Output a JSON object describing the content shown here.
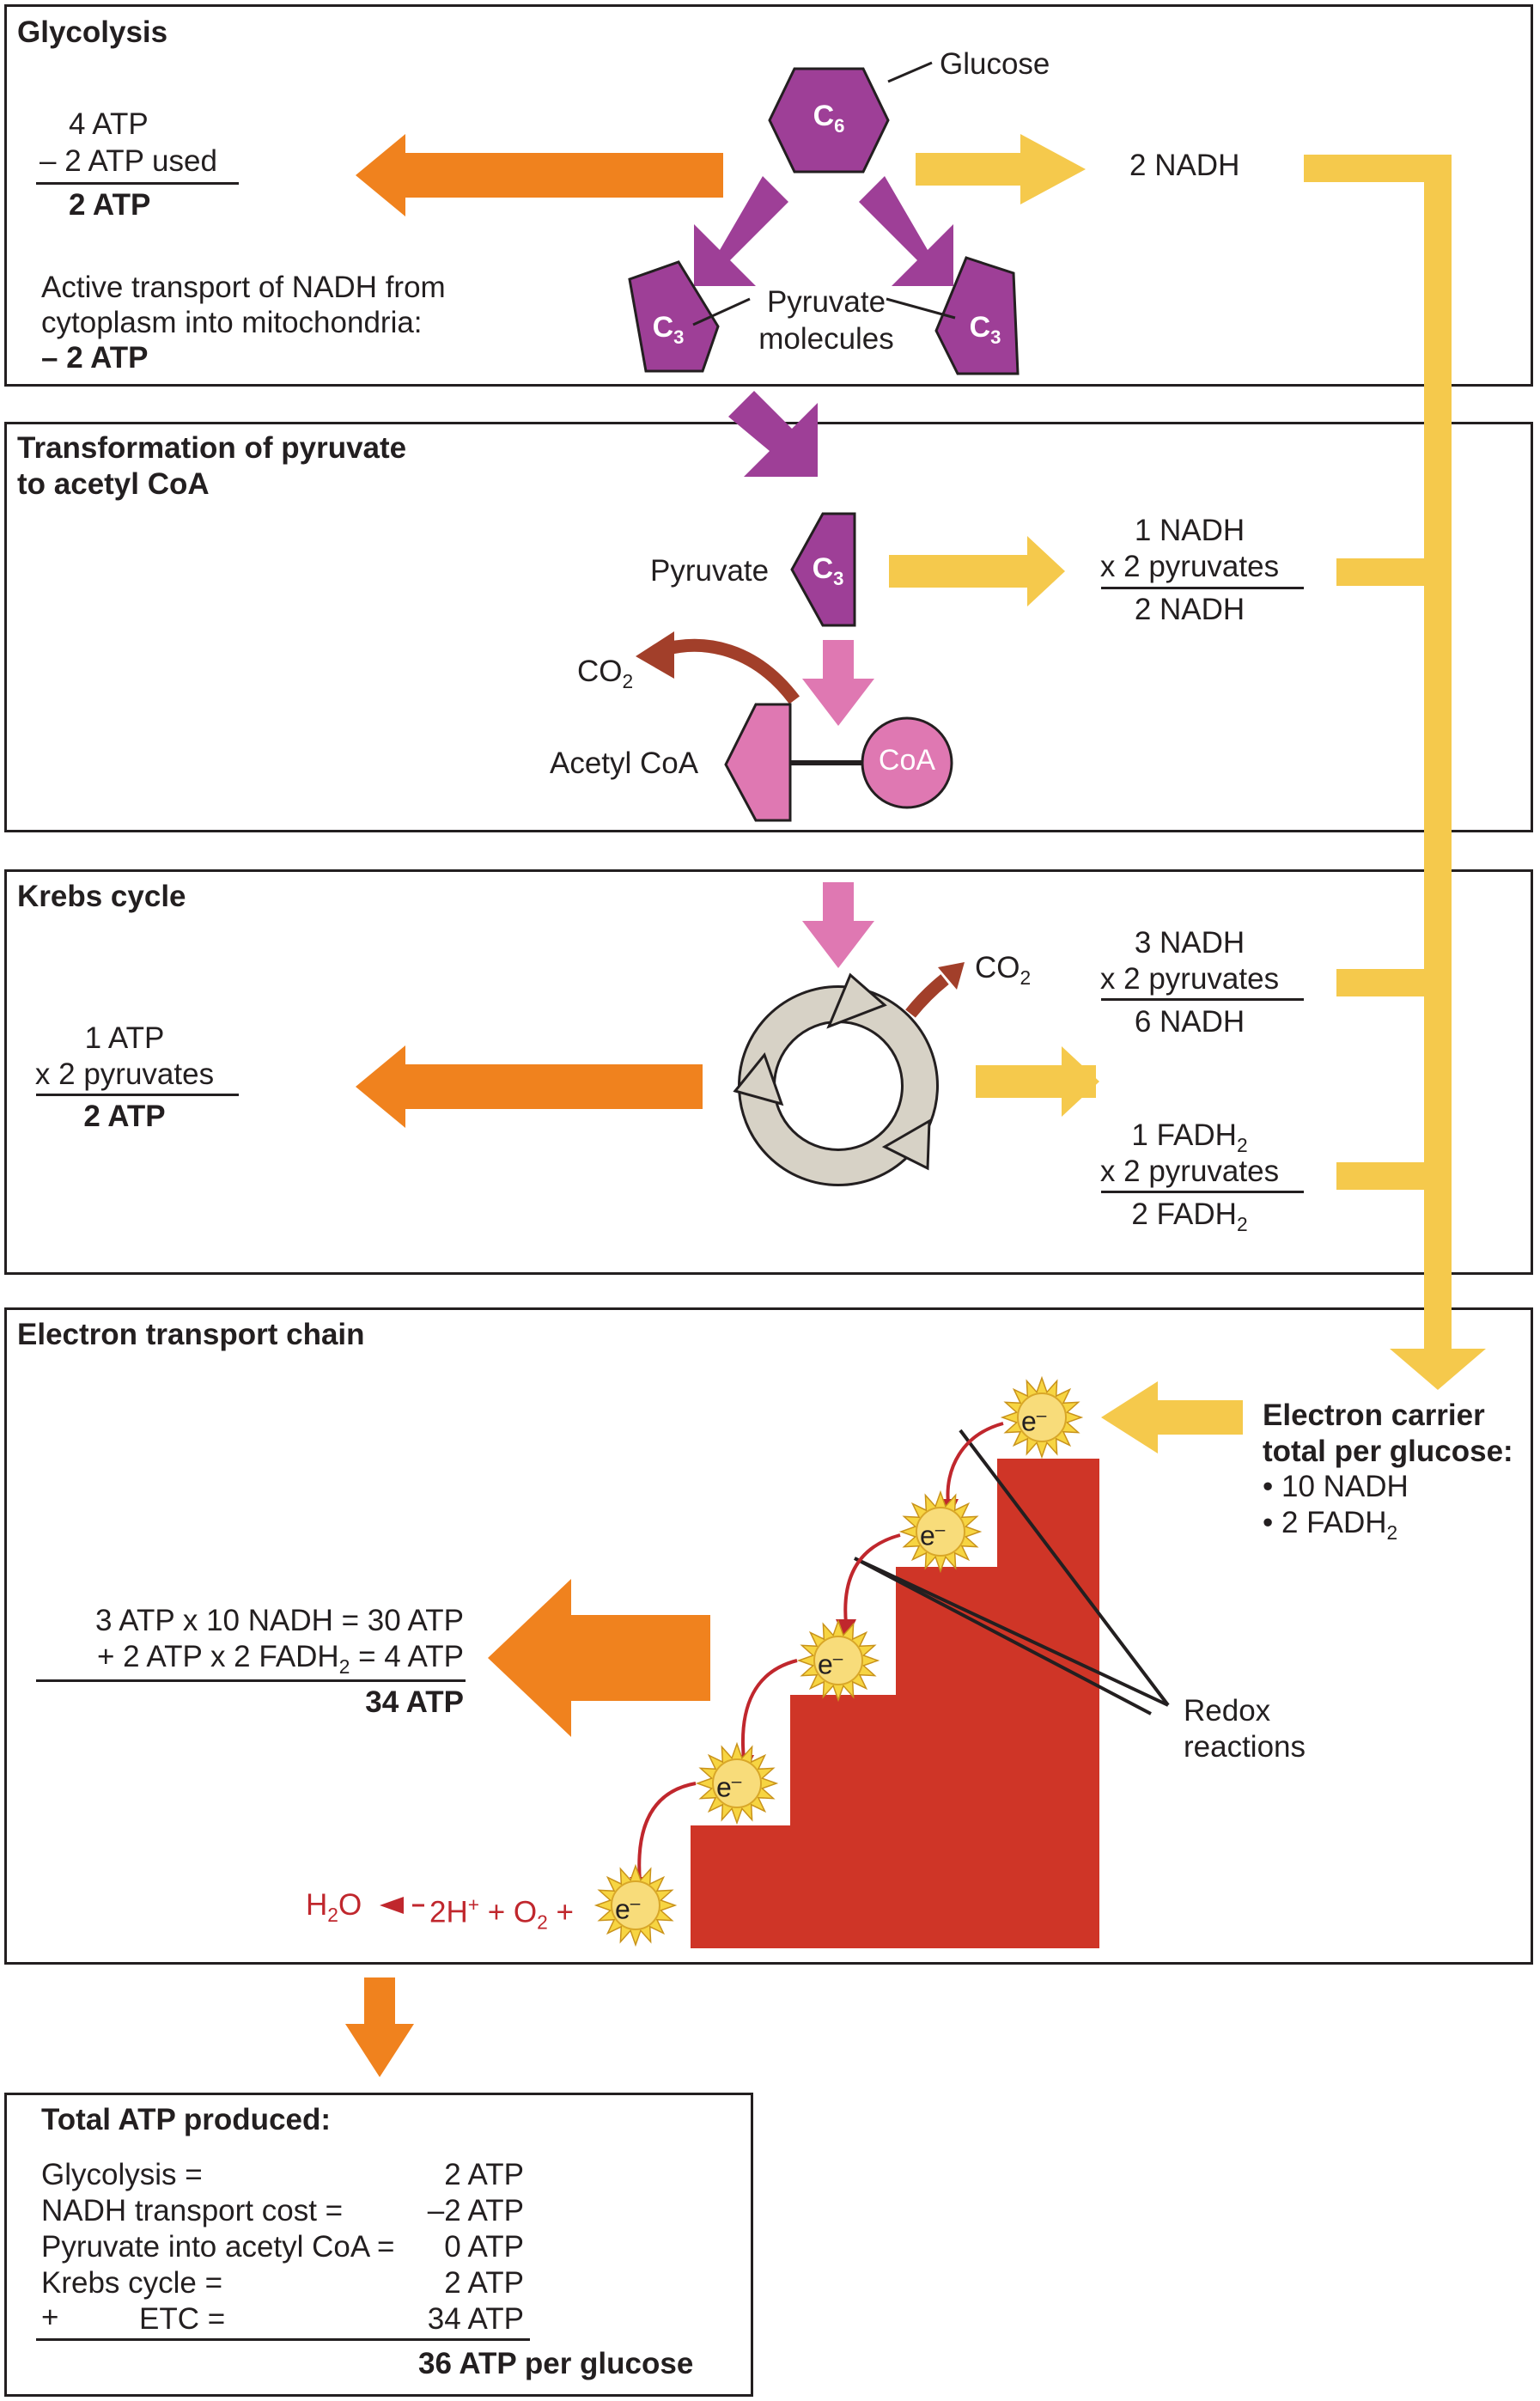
{
  "colors": {
    "orange": "#f0821e",
    "yellow": "#f5c94c",
    "purple": "#9e3f97",
    "pink": "#df78b2",
    "brown": "#a23f2a",
    "red_stairs": "#cf3527",
    "grey_cycle": "#d7d2c6",
    "electron_red": "#c0272d"
  },
  "glycolysis": {
    "title": "Glycolysis",
    "glucose_label": "Glucose",
    "glucose_c": "C",
    "glucose_sub": "6",
    "pyruvate_c": "C",
    "pyruvate_sub": "3",
    "pyruvate_label_1": "Pyruvate",
    "pyruvate_label_2": "molecules",
    "atp_line1": "4 ATP",
    "atp_line2": "– 2 ATP used",
    "atp_total": "2 ATP",
    "transport_line1": "Active transport of NADH from",
    "transport_line2": "cytoplasm into mitochondria:",
    "transport_cost": "– 2 ATP",
    "nadh": "2 NADH"
  },
  "pyruvate_transform": {
    "title_line1": "Transformation of pyruvate",
    "title_line2": "to acetyl CoA",
    "pyruvate_label": "Pyruvate",
    "pyruvate_c": "C",
    "pyruvate_sub": "3",
    "co2": "CO",
    "co2_sub": "2",
    "acetyl_label": "Acetyl CoA",
    "coa": "CoA",
    "nadh_line1": "1 NADH",
    "nadh_line2": "x 2 pyruvates",
    "nadh_total": "2 NADH"
  },
  "krebs": {
    "title": "Krebs cycle",
    "co2": "CO",
    "co2_sub": "2",
    "atp_line1": "1 ATP",
    "atp_line2": "x 2 pyruvates",
    "atp_total": "2 ATP",
    "nadh_line1": "3 NADH",
    "nadh_line2": "x 2 pyruvates",
    "nadh_total": "6 NADH",
    "fadh_line1": "1 FADH",
    "fadh_line1_sub": "2",
    "fadh_line2": "x 2 pyruvates",
    "fadh_total": "2 FADH",
    "fadh_total_sub": "2"
  },
  "etc": {
    "title": "Electron transport chain",
    "carrier_line1": "Electron carrier",
    "carrier_line2": "total per glucose:",
    "carrier_item1": "• 10 NADH",
    "carrier_item2": "•  2 FADH",
    "carrier_item2_sub": "2",
    "electron": "e",
    "electron_sup": "–",
    "redox_line1": "Redox",
    "redox_line2": "reactions",
    "calc_line1": "3 ATP x 10 NADH = 30 ATP",
    "calc_line2_pre": "+ 2 ATP x 2 FADH",
    "calc_line2_sub": "2",
    "calc_line2_post": " =    4 ATP",
    "calc_total": "34 ATP",
    "water": "H",
    "water_sub": "2",
    "water_post": "O",
    "hydrogen": "2H",
    "hydrogen_sup": "+",
    "oxygen_pre": " + O",
    "oxygen_sub": "2",
    "oxygen_post": " +"
  },
  "total": {
    "title": "Total ATP produced:",
    "rows": [
      {
        "label": "Glycolysis =",
        "value": "2 ATP"
      },
      {
        "label": "NADH transport cost =",
        "value": "–2 ATP"
      },
      {
        "label": "Pyruvate into acetyl CoA =",
        "value": "0 ATP"
      },
      {
        "label": "Krebs cycle =",
        "value": "2 ATP"
      },
      {
        "label": "ETC =",
        "value": "34 ATP"
      }
    ],
    "plus": "+",
    "grand_total": "36 ATP per glucose"
  }
}
